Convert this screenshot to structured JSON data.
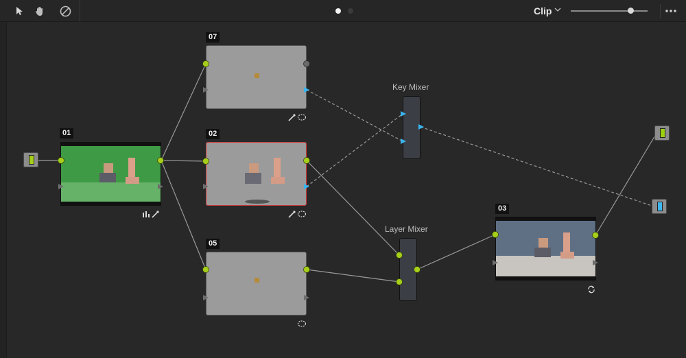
{
  "toolbar": {
    "tools": [
      "pointer-icon",
      "hand-icon",
      "disable-icon"
    ],
    "clip_label": "Clip",
    "zoom_value": 0.78
  },
  "nodes": {
    "n01": {
      "label": "01"
    },
    "n07": {
      "label": "07"
    },
    "n02": {
      "label": "02"
    },
    "n05": {
      "label": "05"
    },
    "n03": {
      "label": "03"
    }
  },
  "mixers": {
    "key": {
      "title": "Key Mixer"
    },
    "layer": {
      "title": "Layer Mixer"
    }
  },
  "colors": {
    "accent_green": "#a6cf1b",
    "key_blue": "#3ab4ef",
    "selected_red": "#d23a3a",
    "rgb_out_green": "#9cd10e",
    "alpha_out_blue": "#3cb6ef"
  }
}
